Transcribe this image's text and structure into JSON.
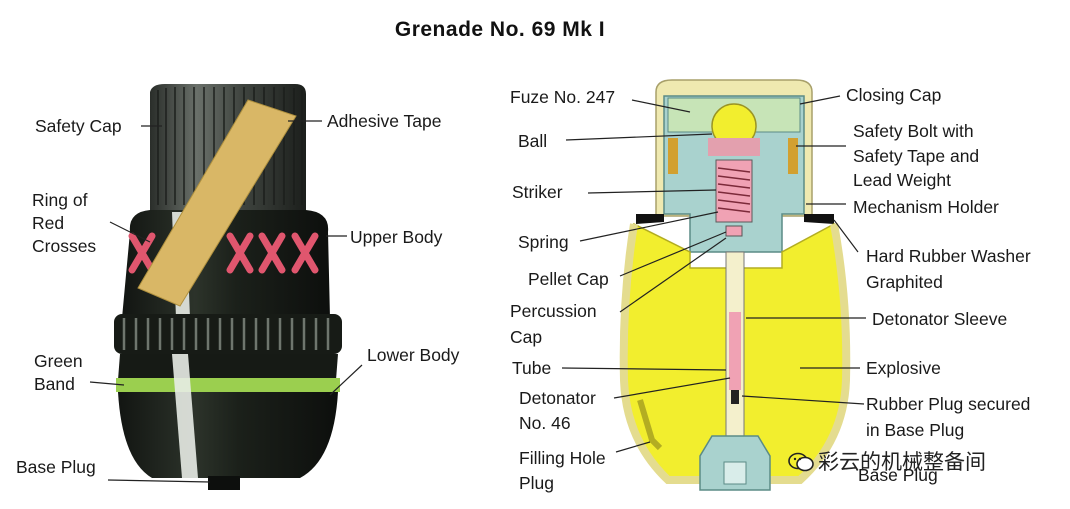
{
  "title": "Grenade No. 69 Mk I",
  "left_labels": {
    "safety_cap": "Safety Cap",
    "adhesive_tape": "Adhesive Tape",
    "ring_of_red_crosses": "Ring of\nRed\nCrosses",
    "upper_body": "Upper Body",
    "green_band": "Green\nBand",
    "lower_body": "Lower Body",
    "base_plug": "Base Plug"
  },
  "right_labels": {
    "fuze": "Fuze No. 247",
    "closing_cap": "Closing Cap",
    "ball": "Ball",
    "safety_bolt": "Safety Bolt with\nSafety Tape and\nLead Weight",
    "striker": "Striker",
    "mechanism_holder": "Mechanism Holder",
    "spring": "Spring",
    "hard_rubber_washer": "Hard Rubber Washer\nGraphited",
    "pellet_cap": "Pellet Cap",
    "percussion_cap": "Percussion\nCap",
    "detonator_sleeve": "Detonator Sleeve",
    "tube": "Tube",
    "explosive": "Explosive",
    "detonator": "Detonator\nNo. 46",
    "rubber_plug": "Rubber Plug secured\nin Base Plug",
    "filling_hole_plug": "Filling Hole\nPlug",
    "base_plug": "Base Plug"
  },
  "watermark": "彩云的机械整备间",
  "colors": {
    "body_dark": "#1e241c",
    "cap_gray": "#3a3f3a",
    "tape": "#d9b766",
    "cross_red": "#e0566e",
    "band_green": "#9bcf4f",
    "explosive_yellow": "#f2ee2e",
    "mechanism_blue": "#a9d2ce",
    "casing_cream": "#efe9b0",
    "pink": "#f0a2b4"
  }
}
